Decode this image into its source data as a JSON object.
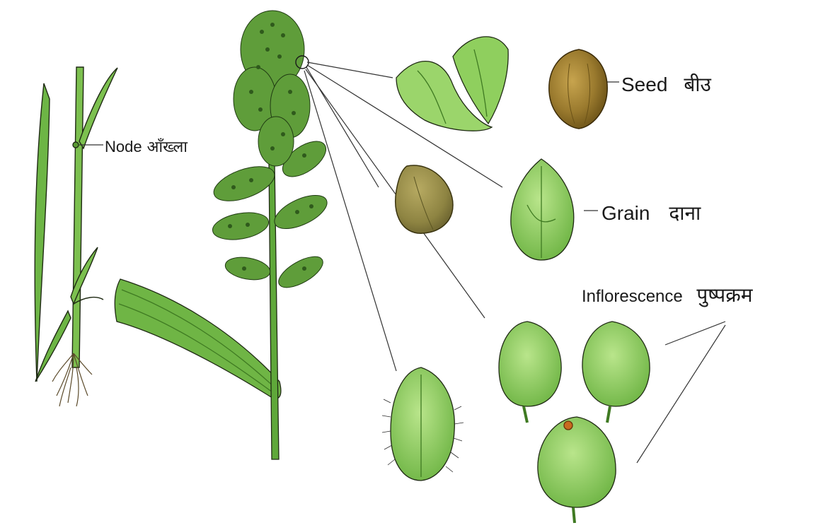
{
  "labels": {
    "node": {
      "en": "Node",
      "np": "आँख्ला"
    },
    "seed": {
      "en": "Seed",
      "np": "बीउ"
    },
    "grain": {
      "en": "Grain",
      "np": "दाना"
    },
    "inflorescence": {
      "en": "Inflorescence",
      "np": "पुष्पक्रम"
    }
  },
  "colors": {
    "leaf_green": "#7cc04f",
    "dark_green": "#3f7a22",
    "light_green": "#a8dc7a",
    "seed_brown": "#9a7a2e",
    "seed_dark": "#6b5217",
    "grain_olive": "#8e8442",
    "outline": "#1f2a14",
    "leader_line": "#333333"
  }
}
